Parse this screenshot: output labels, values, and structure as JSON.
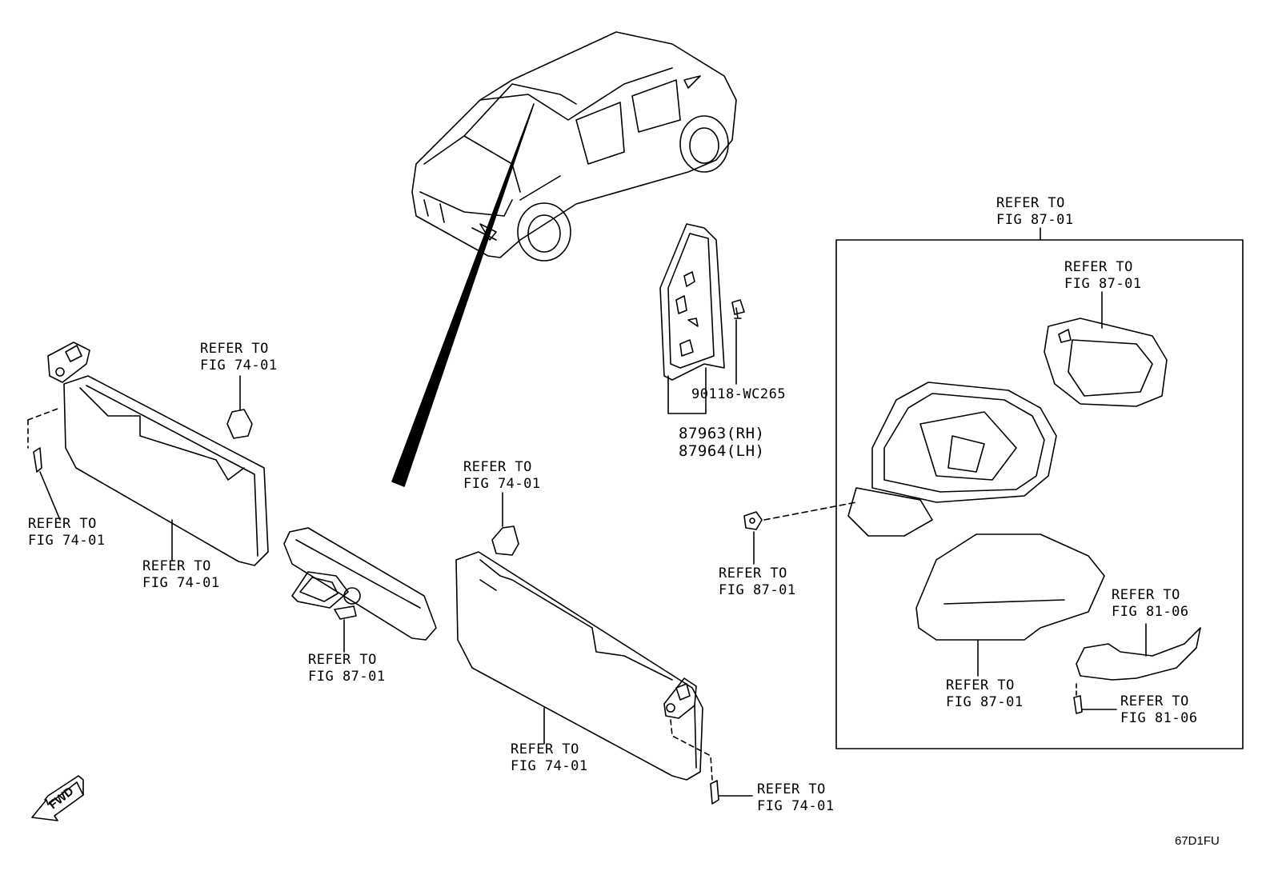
{
  "labels": {
    "sv_left_screw": [
      "REFER TO",
      "FIG 74-01"
    ],
    "sv_left_clip": [
      "REFER TO",
      "FIG 74-01"
    ],
    "sv_left_visor": [
      "REFER TO",
      "FIG 74-01"
    ],
    "rv_mirror": [
      "REFER TO",
      "FIG 87-01"
    ],
    "sv_right_clip": [
      "REFER TO",
      "FIG 74-01"
    ],
    "sv_right_visor": [
      "REFER TO",
      "FIG 74-01"
    ],
    "sv_right_screw": [
      "REFER TO",
      "FIG 74-01"
    ],
    "om_nut": [
      "REFER TO",
      "FIG 87-01"
    ],
    "om_assy": [
      "REFER TO",
      "FIG 87-01"
    ],
    "om_glass": [
      "REFER TO",
      "FIG 87-01"
    ],
    "om_cover": [
      "REFER TO",
      "FIG 87-01"
    ],
    "om_signal": [
      "REFER TO",
      "FIG 81-06"
    ],
    "om_signal_screw": [
      "REFER TO",
      "FIG 81-06"
    ]
  },
  "part_numbers": {
    "clip": "90118-WC265",
    "garnish_rh": "87963(RH)",
    "garnish_lh": "87964(LH)"
  },
  "fwd_arrow": "FWD",
  "figure_code": "67D1FU"
}
